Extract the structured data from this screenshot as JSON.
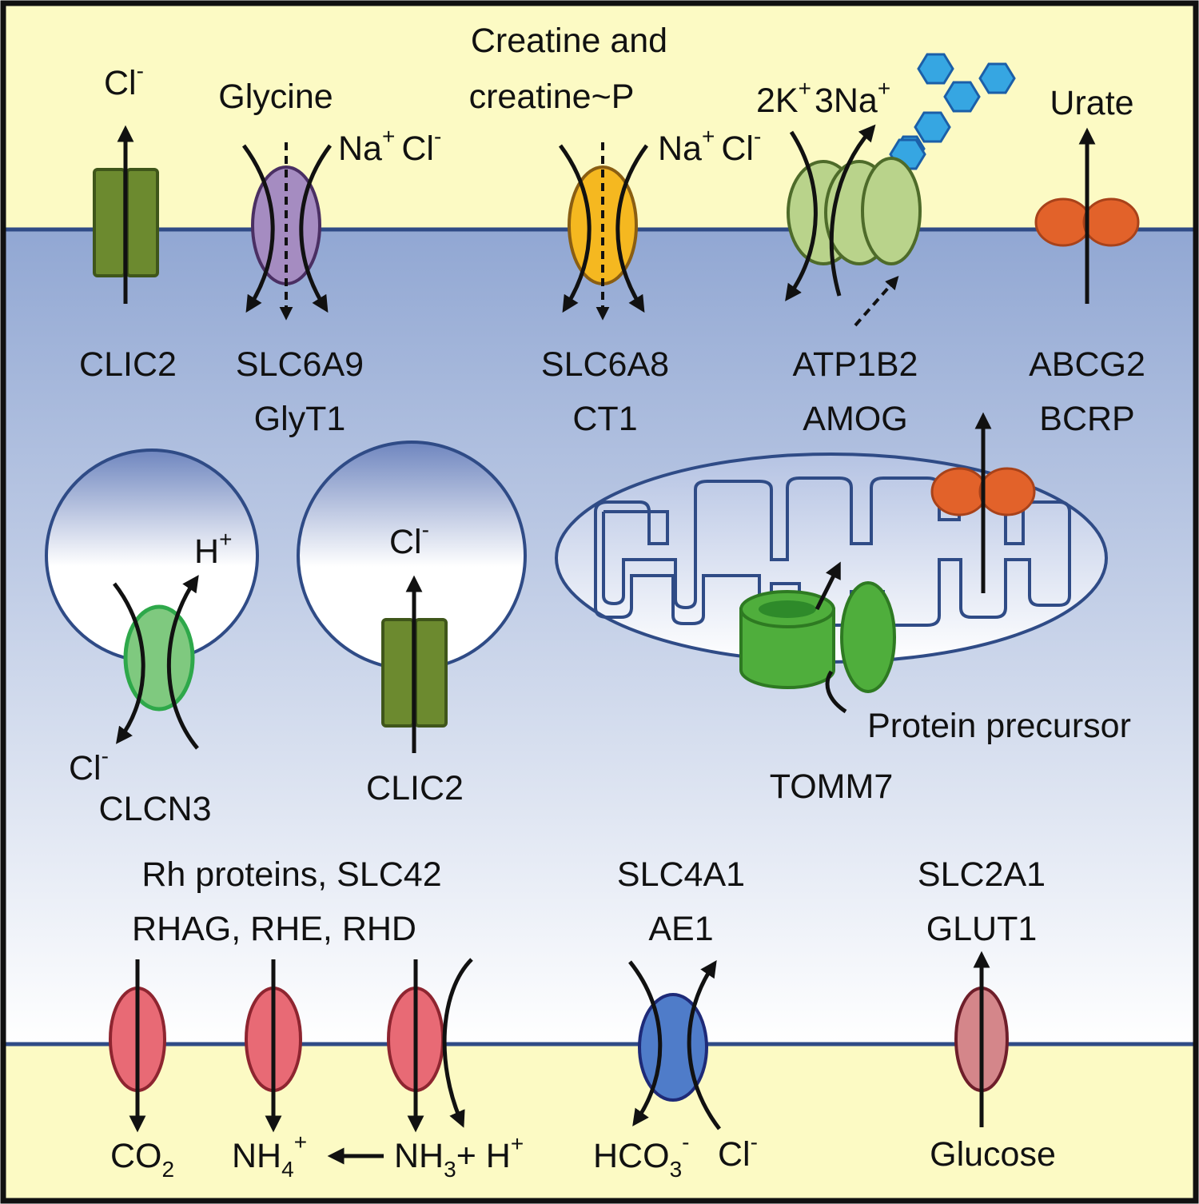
{
  "colors": {
    "outside": "#FCFAC4",
    "cytosol_top": "#91A7D3",
    "cytosol_bottom": "#FFFFFF",
    "membrane": "#2F4B86",
    "clic2": "#6C8A2F",
    "glyt1": "#A58CC1",
    "ct1": "#F5B820",
    "atp_green": "#B9D38B",
    "hexagon": "#36A6E2",
    "abcg2": "#E2622A",
    "clcn3": "#7FC97F",
    "tomm7": "#4FAE3C",
    "rh": "#E86A75",
    "ae1": "#4F7CC9",
    "glut1": "#D4868A"
  },
  "top": {
    "clic2": {
      "ion": "Cl",
      "ion_sup": "-",
      "name": "CLIC2"
    },
    "slc6a9": {
      "substrate": "Glycine",
      "cotransport_na": "Na",
      "na_sup": "+",
      "cotransport_cl": "Cl",
      "cl_sup": "-",
      "name": "SLC6A9",
      "alias": "GlyT1"
    },
    "slc6a8": {
      "substrate_line1": "Creatine and",
      "substrate_line2": "creatine~P",
      "cotransport_na": "Na",
      "na_sup": "+",
      "cotransport_cl": "Cl",
      "cl_sup": "-",
      "name": "SLC6A8",
      "alias": "CT1"
    },
    "atp1b2": {
      "k": "2K",
      "k_sup": "+",
      "na": "3Na",
      "na_sup": "+",
      "name": "ATP1B2",
      "alias": "AMOG"
    },
    "abcg2": {
      "substrate": "Urate",
      "name": "ABCG2",
      "alias": "BCRP"
    }
  },
  "middle": {
    "clcn3": {
      "h": "H",
      "h_sup": "+",
      "cl": "Cl",
      "cl_sup": "-",
      "name": "CLCN3"
    },
    "clic2": {
      "ion": "Cl",
      "ion_sup": "-",
      "name": "CLIC2"
    },
    "tomm7": {
      "precursor": "Protein precursor",
      "name": "TOMM7"
    }
  },
  "bottom": {
    "rh": {
      "header_line1": "Rh proteins, SLC42",
      "header_line2": "RHAG, RHE, RHD",
      "co2": "CO",
      "co2_sub": "2",
      "nh4": "NH",
      "nh4_sub": "4",
      "nh4_sup": "+",
      "nh3": "NH",
      "nh3_sub": "3",
      "nh3_plus": "+ H",
      "h_sup": "+"
    },
    "slc4a1": {
      "name": "SLC4A1",
      "alias": "AE1",
      "hco3": "HCO",
      "hco3_sub": "3",
      "hco3_sup": "-",
      "cl": "Cl",
      "cl_sup": "-"
    },
    "slc2a1": {
      "name": "SLC2A1",
      "alias": "GLUT1",
      "substrate": "Glucose"
    }
  }
}
